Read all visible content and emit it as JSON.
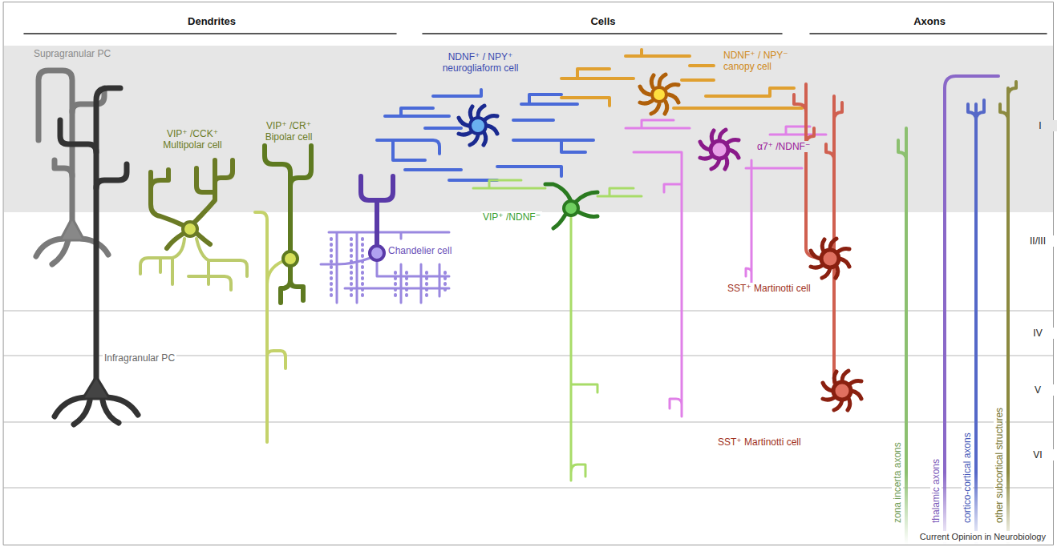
{
  "diagram": {
    "caption": "Current Opinion in Neurobiology",
    "labels": [
      "Dendrites",
      "Cells",
      "Axons",
      "Supragranular PC",
      "VIP⁺ /CCK⁺ Multipolar cell",
      "VIP⁺ /CR⁺ Bipolar cell",
      "Chandelier cell",
      "NDNF⁺ / NPY⁺ neurogliaform cell",
      "NDNF⁺ / NPY⁻ canopy cell",
      "α7⁺ /NDNF⁻",
      "VIP⁺ /NDNF⁻",
      "SST⁺ Martinotti cell",
      "SST⁺ Martinotti cell",
      "Infragranular PC",
      "I",
      "II/III",
      "IV",
      "V",
      "VI",
      "zona incerta axons",
      "thalamic axons",
      "cortico-cortical axons",
      "other subcortical structures"
    ]
  }
}
